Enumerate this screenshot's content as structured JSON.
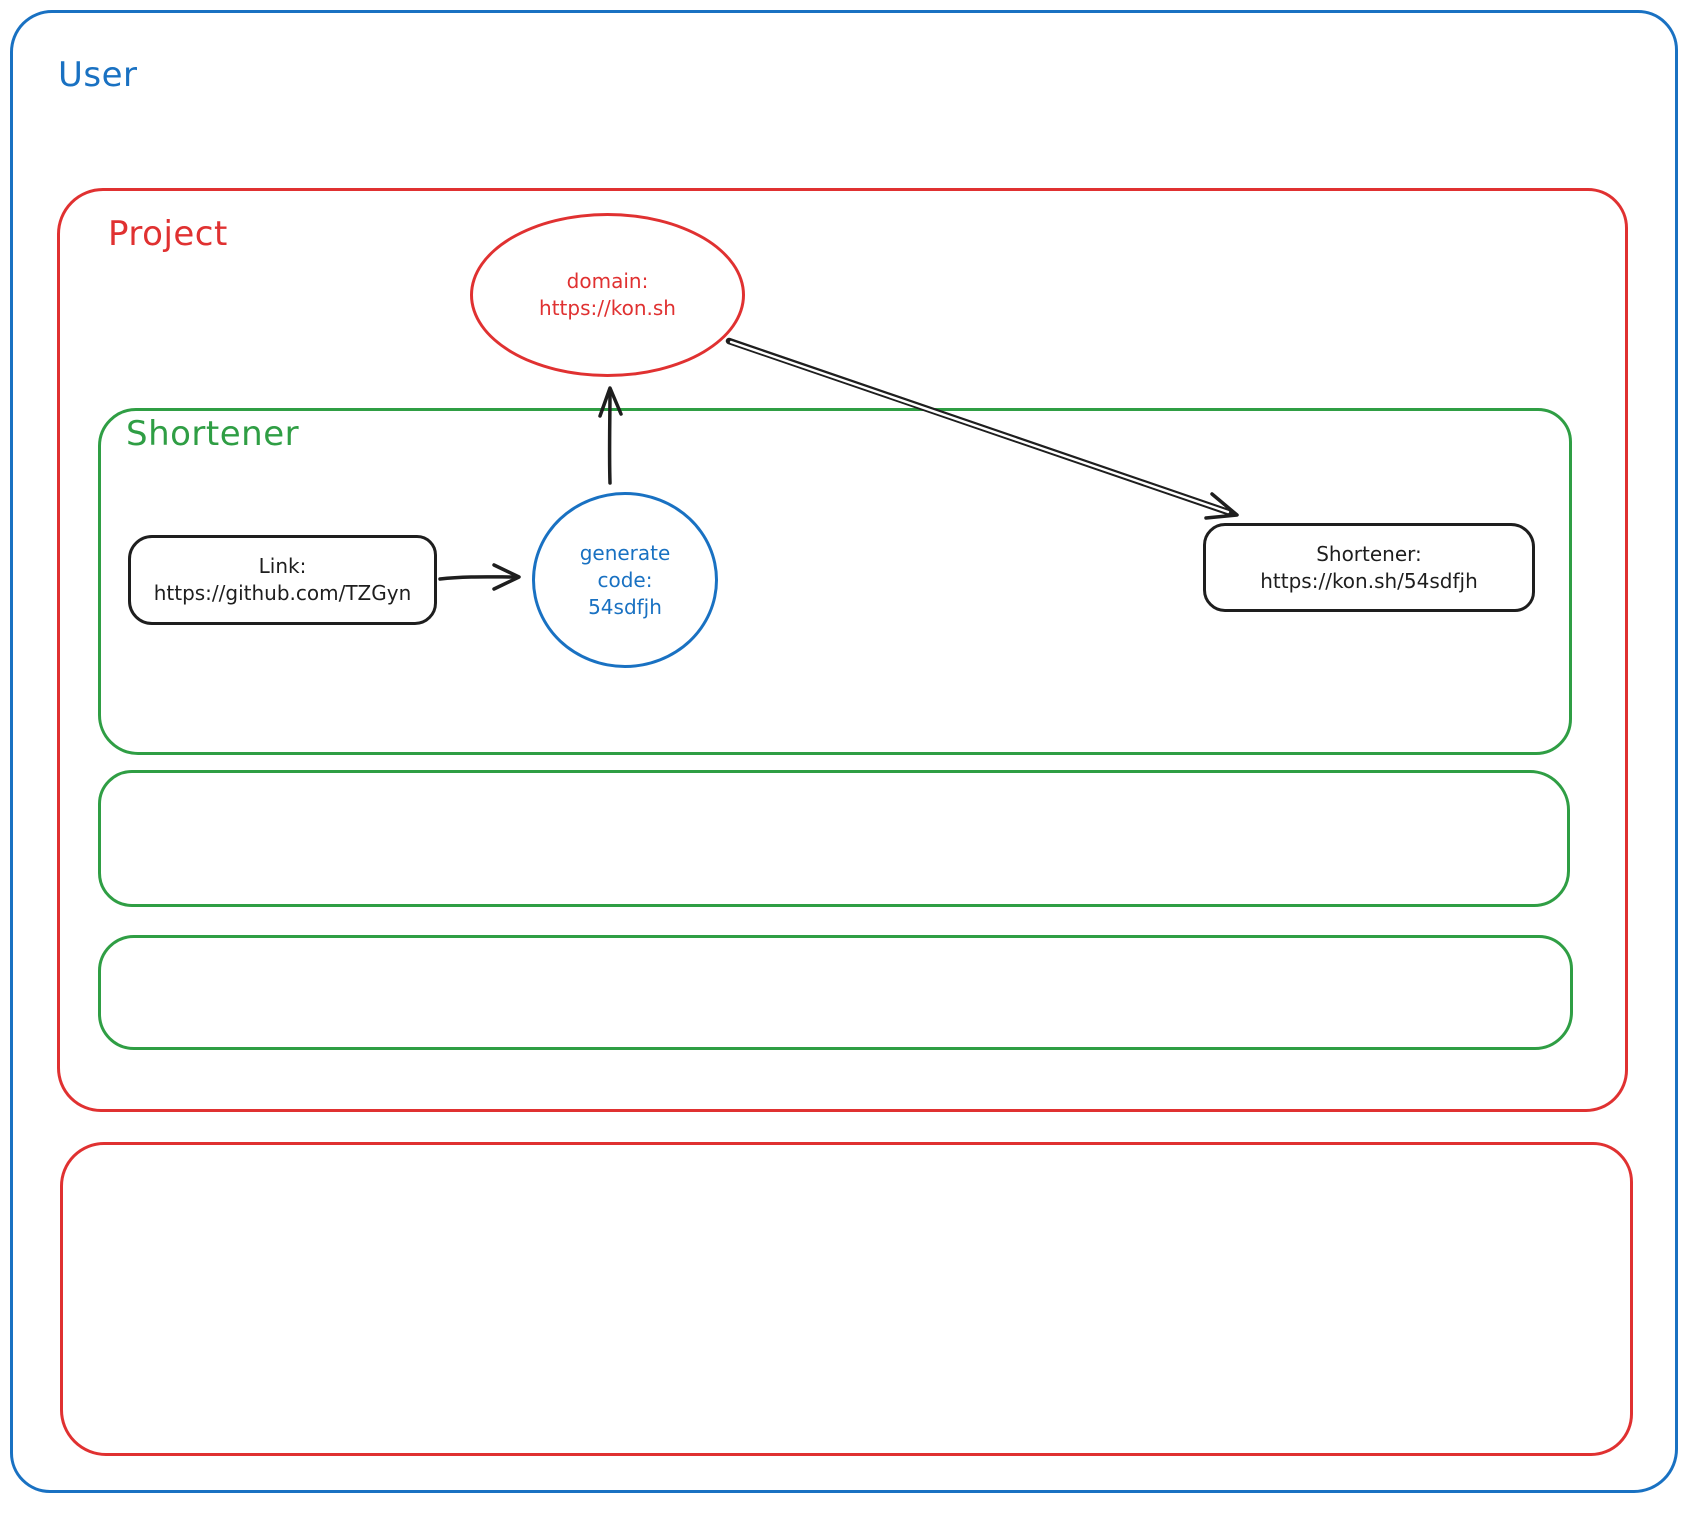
{
  "diagram": {
    "user_label": "User",
    "project_label": "Project",
    "shortener_label": "Shortener",
    "domain_node": {
      "title": "domain:",
      "url": "https://kon.sh"
    },
    "link_node": {
      "title": "Link:",
      "url": "https://github.com/TZGyn"
    },
    "generate_node": {
      "line1": "generate",
      "line2": "code:",
      "line3": "54sdfjh"
    },
    "result_node": {
      "title": "Shortener:",
      "url": "https://kon.sh/54sdfjh"
    },
    "colors": {
      "user_stroke": "#1971c2",
      "project_stroke": "#e03131",
      "shortener_stroke": "#2f9e44",
      "node_stroke": "#1e1e1e",
      "generate_stroke": "#1971c2"
    }
  }
}
